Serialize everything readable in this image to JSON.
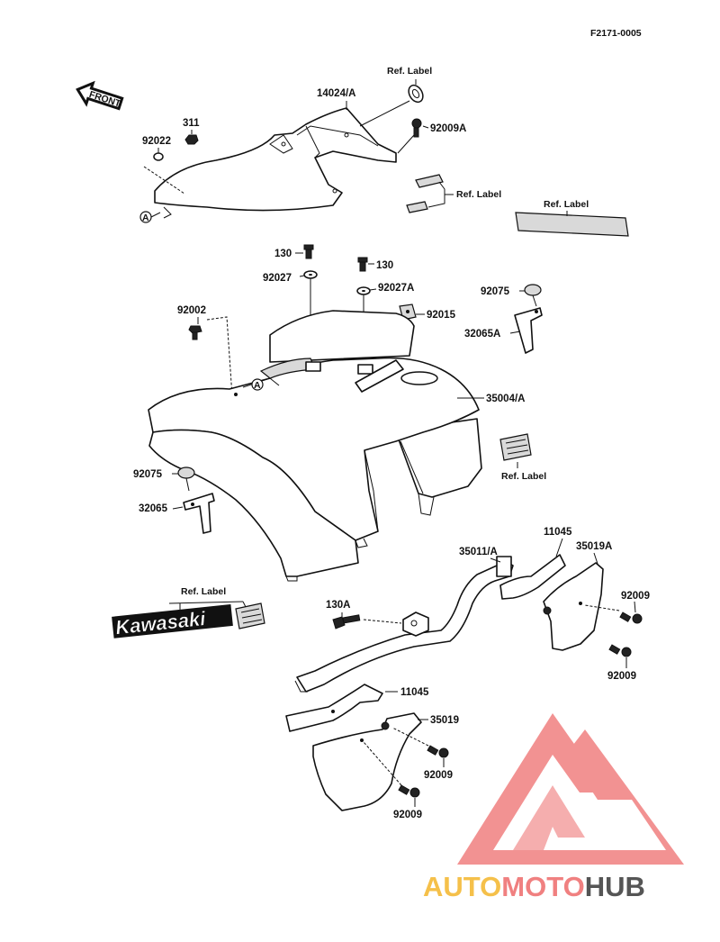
{
  "diagram_code": "F2171-0005",
  "front_arrow": "FRONT",
  "ref_label": "Ref. Label",
  "marker_a": "A",
  "kawasaki_logo": "Kawasaki",
  "watermark": {
    "auto": "AUTO",
    "moto": "MOTO",
    "hub": "HUB",
    "color_main": "#f08080",
    "color_accent": "#f5c04a",
    "color_text": "#555555"
  },
  "parts": {
    "p14024A": "14024/A",
    "p311": "311",
    "p92022": "92022",
    "p92009A": "92009A",
    "p130": "130",
    "p92027": "92027",
    "p92027A": "92027A",
    "p92002": "92002",
    "p92015": "92015",
    "p92075": "92075",
    "p32065A": "32065A",
    "p35004A": "35004/A",
    "p32065": "32065",
    "p11045": "11045",
    "p35011A": "35011/A",
    "p35019A": "35019A",
    "p92009": "92009",
    "p130A": "130A",
    "p35019": "35019"
  }
}
